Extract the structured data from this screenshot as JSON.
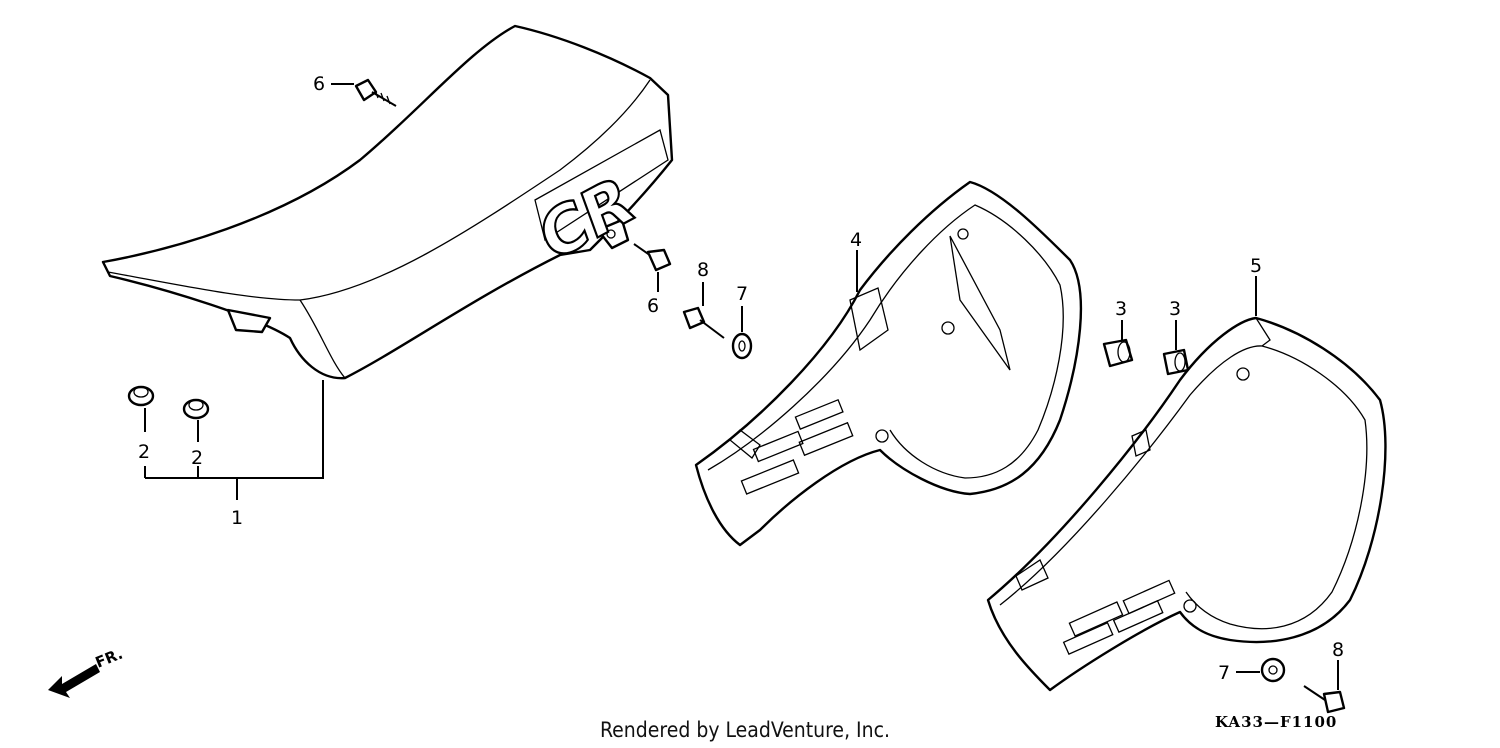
{
  "diagram": {
    "callouts": [
      {
        "id": "c1",
        "label": "1"
      },
      {
        "id": "c2a",
        "label": "2"
      },
      {
        "id": "c2b",
        "label": "2"
      },
      {
        "id": "c3a",
        "label": "3"
      },
      {
        "id": "c3b",
        "label": "3"
      },
      {
        "id": "c4",
        "label": "4"
      },
      {
        "id": "c5",
        "label": "5"
      },
      {
        "id": "c6a",
        "label": "6"
      },
      {
        "id": "c6b",
        "label": "6"
      },
      {
        "id": "c7a",
        "label": "7"
      },
      {
        "id": "c7b",
        "label": "7"
      },
      {
        "id": "c8a",
        "label": "8"
      },
      {
        "id": "c8b",
        "label": "8"
      }
    ],
    "seat_logo": "CR",
    "front_indicator": "FR.",
    "diagram_code": "KA33—F1100",
    "footer_text": "Rendered by LeadVenture, Inc."
  }
}
